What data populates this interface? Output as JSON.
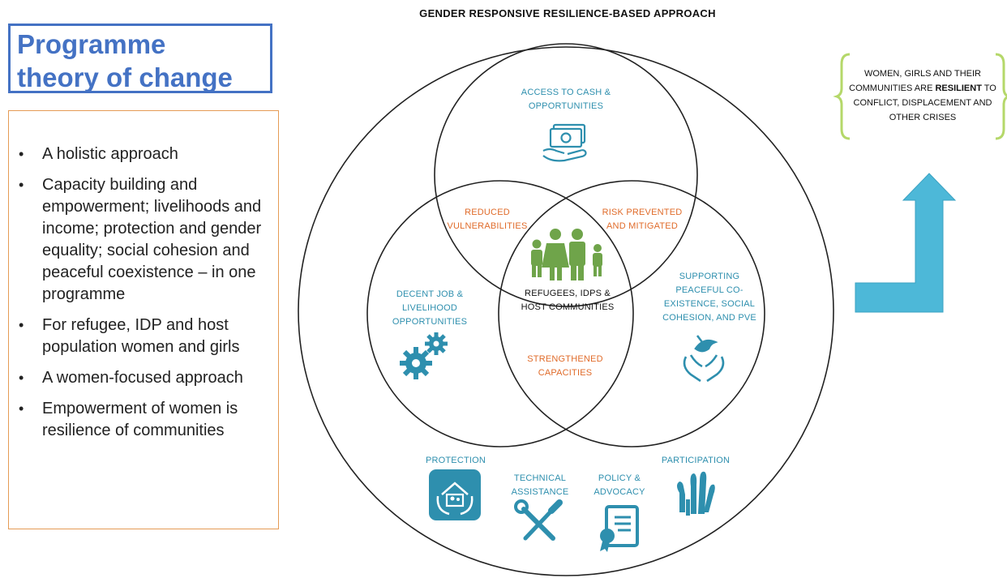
{
  "title": {
    "line1": "Programme",
    "line2": "theory of change"
  },
  "bullets": [
    "A holistic approach",
    "Capacity building and empowerment; livelihoods and income; protection and gender equality; social cohesion and peaceful coexistence – in one programme",
    "For refugee, IDP and host population women and girls",
    "A women-focused approach",
    "Empowerment of women is resilience of communities"
  ],
  "diagram": {
    "heading": "GENDER RESPONSIVE RESILIENCE-BASED APPROACH",
    "top_circle": "ACCESS TO CASH & OPPORTUNITIES",
    "left_circle": "DECENT JOB & LIVELIHOOD OPPORTUNITIES",
    "right_circle": "SUPPORTING PEACEFUL CO-EXISTENCE, SOCIAL COHESION, AND PVE",
    "overlap_top_left": "REDUCED VULNERABILITIES",
    "overlap_top_right": "RISK PREVENTED AND MITIGATED",
    "overlap_bottom": "STRENGTHENED CAPACITIES",
    "center": "REFUGEES, IDPS & HOST COMMUNITIES",
    "pillars": {
      "protection": "PROTECTION",
      "technical_assistance": "TECHNICAL ASSISTANCE",
      "policy_advocacy": "POLICY & ADVOCACY",
      "participation": "PARTICIPATION"
    },
    "outcome": {
      "before": "WOMEN, GIRLS AND THEIR COMMUNITIES ARE ",
      "bold": "RESILIENT",
      "after": " TO CONFLICT, DISPLACEMENT AND OTHER CRISES"
    },
    "colors": {
      "teal": "#2e8fae",
      "orange": "#e06b2a",
      "green": "#6fa44a",
      "arrow": "#4db8d8",
      "title_blue": "#4472c4",
      "bracket_green": "#b5d86a"
    }
  }
}
